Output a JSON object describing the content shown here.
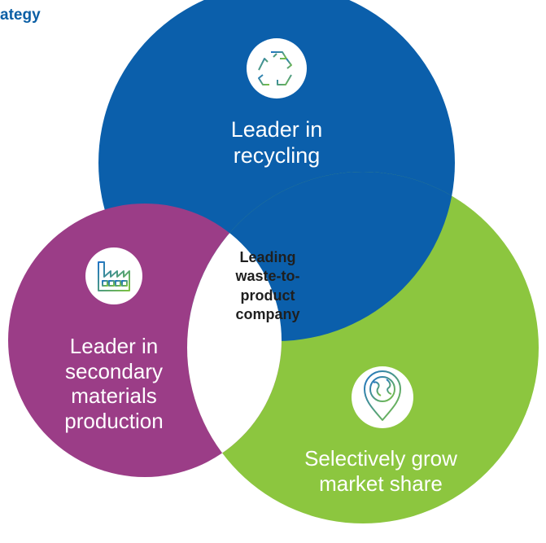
{
  "header": {
    "title": "ategy"
  },
  "colors": {
    "title": "#0b5fa5",
    "blue_circle": "#0b5fab",
    "purple_circle": "#9b3d87",
    "green_circle": "#8cc63f",
    "center": "#ffffff",
    "icon_gradient_start": "#1f73c6",
    "icon_gradient_end": "#7cc242"
  },
  "circles": {
    "recycling": {
      "icon": "recycle-icon",
      "label_lines": [
        "Leader in",
        "recycling"
      ]
    },
    "secondary_materials": {
      "icon": "factory-icon",
      "label_lines": [
        "Leader in",
        "secondary",
        "materials",
        "production"
      ]
    },
    "market_share": {
      "icon": "globe-pin-icon",
      "label_lines": [
        "Selectively grow",
        "market share"
      ]
    }
  },
  "center": {
    "label_lines": [
      "Leading",
      "waste-to-",
      "product",
      "company"
    ]
  }
}
